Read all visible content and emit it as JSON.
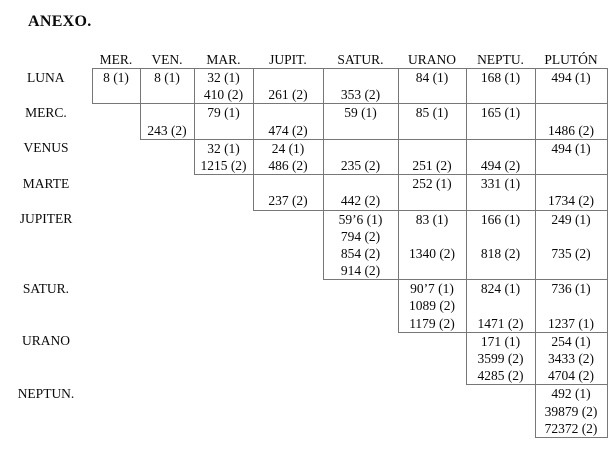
{
  "title": "ANEXO.",
  "table": {
    "column_headers": [
      "MER.",
      "VEN.",
      "MAR.",
      "JUPIT.",
      "SATUR.",
      "URANO",
      "NEPTU.",
      "PLUTÓN"
    ],
    "rows": [
      {
        "label": "LUNA",
        "cells": [
          [
            "8 (1)"
          ],
          [
            "8 (1)"
          ],
          [
            "32 (1)",
            "410 (2)"
          ],
          [
            "",
            "261 (2)"
          ],
          [
            "",
            "353 (2)"
          ],
          [
            "84 (1)"
          ],
          [
            "168 (1)"
          ],
          [
            "494 (1)"
          ]
        ]
      },
      {
        "label": "MERC.",
        "cells": [
          null,
          [
            "",
            "243 (2)"
          ],
          [
            "79 (1)"
          ],
          [
            "",
            "474 (2)"
          ],
          [
            "59 (1)"
          ],
          [
            "85 (1)"
          ],
          [
            "165 (1)"
          ],
          [
            "",
            "1486 (2)"
          ]
        ]
      },
      {
        "label": "VENUS",
        "cells": [
          null,
          null,
          [
            "32 (1)",
            "1215 (2)"
          ],
          [
            "24 (1)",
            "486 (2)"
          ],
          [
            "",
            "235 (2)"
          ],
          [
            "",
            "251 (2)"
          ],
          [
            "",
            "494 (2)"
          ],
          [
            "494 (1)"
          ]
        ]
      },
      {
        "label": "MARTE",
        "cells": [
          null,
          null,
          null,
          [
            "",
            "237 (2)"
          ],
          [
            "",
            "442 (2)"
          ],
          [
            "252 (1)"
          ],
          [
            "331 (1)"
          ],
          [
            "",
            "1734 (2)"
          ]
        ]
      },
      {
        "label": "JUPITER",
        "cells": [
          null,
          null,
          null,
          null,
          [
            "59’6 (1)",
            "794 (2)",
            "854 (2)",
            "914 (2)"
          ],
          [
            "83 (1)",
            "",
            "1340 (2)"
          ],
          [
            "166 (1)",
            "",
            "818 (2)"
          ],
          [
            "249 (1)",
            "",
            "735 (2)"
          ]
        ]
      },
      {
        "label": "SATUR.",
        "cells": [
          null,
          null,
          null,
          null,
          null,
          [
            "90’7 (1)",
            "1089 (2)",
            "1179 (2)"
          ],
          [
            "824 (1)",
            "",
            "1471 (2)"
          ],
          [
            "736 (1)",
            "",
            "1237 (1)"
          ]
        ]
      },
      {
        "label": "URANO",
        "cells": [
          null,
          null,
          null,
          null,
          null,
          null,
          [
            "171 (1)",
            "3599 (2)",
            "4285 (2)"
          ],
          [
            "254 (1)",
            "3433 (2)",
            "4704 (2)"
          ]
        ]
      },
      {
        "label": "NEPTUN.",
        "cells": [
          null,
          null,
          null,
          null,
          null,
          null,
          null,
          [
            "492 (1)",
            "39879 (2)",
            "72372 (2)"
          ]
        ]
      }
    ]
  },
  "colors": {
    "border": "#777777",
    "text": "#0a0a0a",
    "background": "#ffffff"
  }
}
